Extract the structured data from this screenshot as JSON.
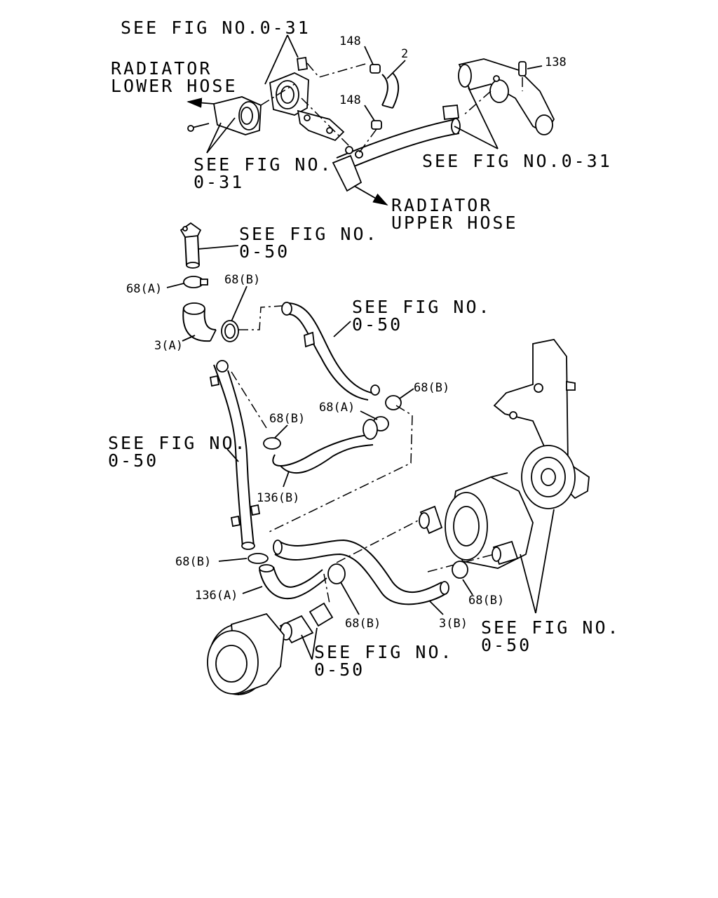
{
  "labels": {
    "see_031_top": "SEE FIG NO.0-31",
    "radiator_lower_1": "RADIATOR",
    "radiator_lower_2": "LOWER HOSE",
    "see_fig_a": "SEE FIG NO.",
    "num_031_a": "0-31",
    "see_031_right": "SEE FIG NO.0-31",
    "radiator_upper_1": "RADIATOR",
    "radiator_upper_2": "UPPER HOSE",
    "see_fig_b": "SEE FIG NO.",
    "num_050_b": "0-50",
    "see_fig_c": "SEE FIG NO.",
    "num_050_c": "0-50",
    "see_fig_d": "SEE FIG NO.",
    "num_050_d": "0-50",
    "see_fig_e": "SEE FIG NO.",
    "num_050_e": "0-50",
    "see_fig_f": "SEE FIG NO.",
    "num_050_f": "0-50"
  },
  "parts": {
    "p148_top": "148",
    "p2": "2",
    "p138": "138",
    "p148_mid": "148",
    "p68a_1": "68(A)",
    "p68b_1": "68(B)",
    "p3a": "3(A)",
    "p68b_2": "68(B)",
    "p68a_2": "68(A)",
    "p68b_3": "68(B)",
    "p136b": "136(B)",
    "p68b_4": "68(B)",
    "p136a": "136(A)",
    "p68b_5": "68(B)",
    "p3b": "3(B)",
    "p68b_6": "68(B)"
  }
}
